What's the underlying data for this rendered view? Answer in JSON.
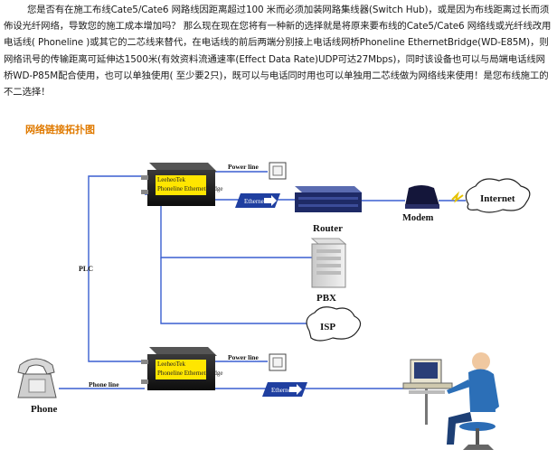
{
  "intro": {
    "text": "您是否有在施工布线Cate5/Cate6 网路线因距离超过100 米而必须加装网路集线器(Switch Hub)，或是因为布线距离过长而须佈设光纤网络，导致您的施工成本增加吗？ 那么现在现在您将有一种新的选择就是将原来要布线的Cate5/Cate6 网络线或光纤线改用电话线( Phoneline )或其它的二芯线来替代，在电话线的前后两端分别接上电话线网桥Phoneline EthernetBridge(WD-E85M)，则网络讯号的传输距离可延伸达1500米(有效资料流通速率(Effect Data Rate)UDP可达27Mbps)，同时该设备也可以与局端电话线网桥WD-P85M配合使用，也可以单独使用( 至少要2只)，既可以与电话同时用也可以单独用二芯线做为网络线来使用！是您布线施工的不二选择！"
  },
  "diagram": {
    "heading": "网络链接拓扑图",
    "labels": {
      "power_line_top": "Power line",
      "power_line_bottom": "Power line",
      "router": "Router",
      "modem": "Modem",
      "internet": "Internet",
      "plc": "PLC",
      "pbx": "PBX",
      "isp": "ISP",
      "phone_line": "Phone line",
      "phone": "Phone",
      "ethernet_top": "Ethernet",
      "ethernet_bottom": "Ethernet",
      "device_brand_top": "LeeheoTek",
      "device_brand_bottom": "LeeheoTek",
      "device_model_top": "Phoneline EthernetBridge",
      "device_model_bottom": "Phoneline EthernetBridge"
    },
    "colors": {
      "heading": "#e07a00",
      "wire": "#3a5fd0",
      "device_body": "#1b1b1b",
      "device_panel": "#ffe600",
      "router_body": "#1e2a66",
      "cloud": "#ffffff"
    }
  }
}
